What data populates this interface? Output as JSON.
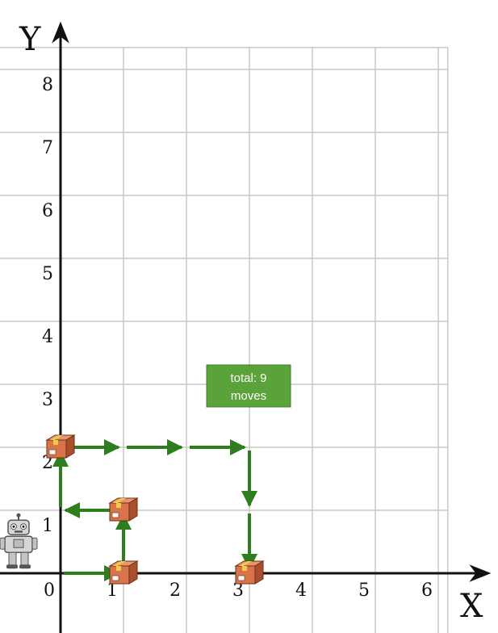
{
  "colors": {
    "grid": "#c9c9c9",
    "axis": "#111111",
    "arrow": "#2e7d1f",
    "badge_bg": "#5aa23a",
    "badge_border": "#3f7f26",
    "box_main": "#d9734a",
    "box_dark": "#a8502e",
    "box_tape": "#f0c94f",
    "robot_body": "#d6d6d6",
    "robot_dark": "#555555"
  },
  "axes": {
    "x_label": "X",
    "y_label": "Y",
    "x_ticks": [
      "0",
      "1",
      "2",
      "3",
      "4",
      "5",
      "6"
    ],
    "y_ticks": [
      "1",
      "2",
      "3",
      "4",
      "5",
      "6",
      "7",
      "8"
    ]
  },
  "badge": {
    "line1": "total: 9",
    "line2": "moves"
  },
  "robot": {
    "x": 0,
    "y": 0.6,
    "icon": "robot-icon"
  },
  "boxes": [
    {
      "x": 1,
      "y": 0,
      "icon": "package-box-icon"
    },
    {
      "x": 1,
      "y": 1,
      "icon": "package-box-icon"
    },
    {
      "x": 0,
      "y": 2,
      "icon": "package-box-icon"
    },
    {
      "x": 3,
      "y": 0,
      "icon": "package-box-icon"
    }
  ],
  "moves": [
    {
      "from": [
        0,
        0
      ],
      "to": [
        1,
        0
      ]
    },
    {
      "from": [
        1,
        0
      ],
      "to": [
        1,
        1
      ]
    },
    {
      "from": [
        1,
        1
      ],
      "to": [
        0,
        1
      ]
    },
    {
      "from": [
        0,
        1
      ],
      "to": [
        0,
        2
      ]
    },
    {
      "from": [
        0,
        2
      ],
      "to": [
        1,
        2
      ]
    },
    {
      "from": [
        1,
        2
      ],
      "to": [
        2,
        2
      ]
    },
    {
      "from": [
        2,
        2
      ],
      "to": [
        3,
        2
      ]
    },
    {
      "from": [
        3,
        2
      ],
      "to": [
        3,
        1
      ]
    },
    {
      "from": [
        3,
        1
      ],
      "to": [
        3,
        0
      ]
    }
  ]
}
